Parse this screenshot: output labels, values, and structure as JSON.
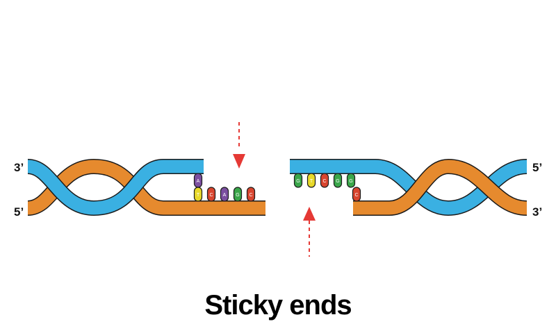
{
  "title": "Sticky ends",
  "colors": {
    "strand_blue": "#3ab0e2",
    "strand_orange": "#e68a2e",
    "outline": "#1a1a1a",
    "arrow": "#e53935",
    "A": "#7b4fa0",
    "T": "#e8d92a",
    "C": "#d8452f",
    "G": "#3aa64a"
  },
  "left_fragment": {
    "top_end_label": "3’",
    "bottom_end_label": "5’",
    "top_strand_bases": [
      "A"
    ],
    "bottom_strand_bases": [
      "T",
      "C",
      "A",
      "G",
      "C"
    ]
  },
  "right_fragment": {
    "top_end_label": "5’",
    "bottom_end_label": "3’",
    "top_strand_bases": [
      "G",
      "T",
      "C",
      "G",
      "G"
    ],
    "bottom_strand_bases": [
      "C"
    ]
  }
}
